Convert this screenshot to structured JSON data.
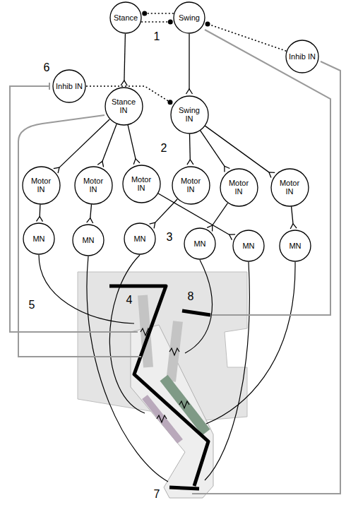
{
  "diagram": {
    "nodes": [
      {
        "text": [
          "Stance"
        ]
      },
      {
        "text": [
          "Swing"
        ]
      },
      {
        "text": [
          "Inhib IN"
        ]
      },
      {
        "text": [
          "Inhib IN"
        ]
      },
      {
        "text": [
          "Stance IN"
        ]
      },
      {
        "text": [
          "Swing IN"
        ]
      },
      {
        "text": [
          "Motor IN"
        ]
      },
      {
        "text": [
          "Motor IN"
        ]
      },
      {
        "text": [
          "Motor IN"
        ]
      },
      {
        "text": [
          "Motor IN"
        ]
      },
      {
        "text": [
          "Motor IN"
        ]
      },
      {
        "text": [
          "Motor IN"
        ]
      },
      {
        "text": [
          "MN"
        ]
      },
      {
        "text": [
          "MN"
        ]
      },
      {
        "text": [
          "MN"
        ]
      },
      {
        "text": [
          "MN"
        ]
      },
      {
        "text": [
          "MN"
        ]
      },
      {
        "text": [
          "MN"
        ]
      }
    ],
    "edges": [
      {
        "from": 1,
        "to": 0,
        "arrow": "to"
      },
      {
        "from": 0,
        "to": 1,
        "arrow": "to"
      },
      {
        "from": 2,
        "to": 1,
        "arrow": "to"
      },
      {
        "from": 0,
        "to": 4,
        "arrow": "to"
      },
      {
        "from": 1,
        "to": 5,
        "arrow": "to"
      },
      {
        "from": 3,
        "to": 5,
        "arrow": "to"
      },
      {
        "from": 4,
        "to": 6,
        "arrow": "to"
      },
      {
        "from": 4,
        "to": 7,
        "arrow": "to"
      },
      {
        "from": 4,
        "to": 8,
        "arrow": "to"
      },
      {
        "from": 5,
        "to": 9,
        "arrow": "to"
      },
      {
        "from": 5,
        "to": 10,
        "arrow": "to"
      },
      {
        "from": 5,
        "to": 11,
        "arrow": "to"
      },
      {
        "from": 6,
        "to": 12,
        "arrow": "to"
      },
      {
        "from": 7,
        "to": 13,
        "arrow": "to"
      },
      {
        "from": 8,
        "to": 16,
        "arrow": "to"
      },
      {
        "from": 9,
        "to": 14,
        "arrow": "to"
      },
      {
        "from": 10,
        "to": 15,
        "arrow": "to"
      },
      {
        "from": 11,
        "to": 17,
        "arrow": "to"
      }
    ],
    "labels": [
      "1",
      "2",
      "3",
      "4",
      "5",
      "6",
      "7",
      "8"
    ]
  }
}
